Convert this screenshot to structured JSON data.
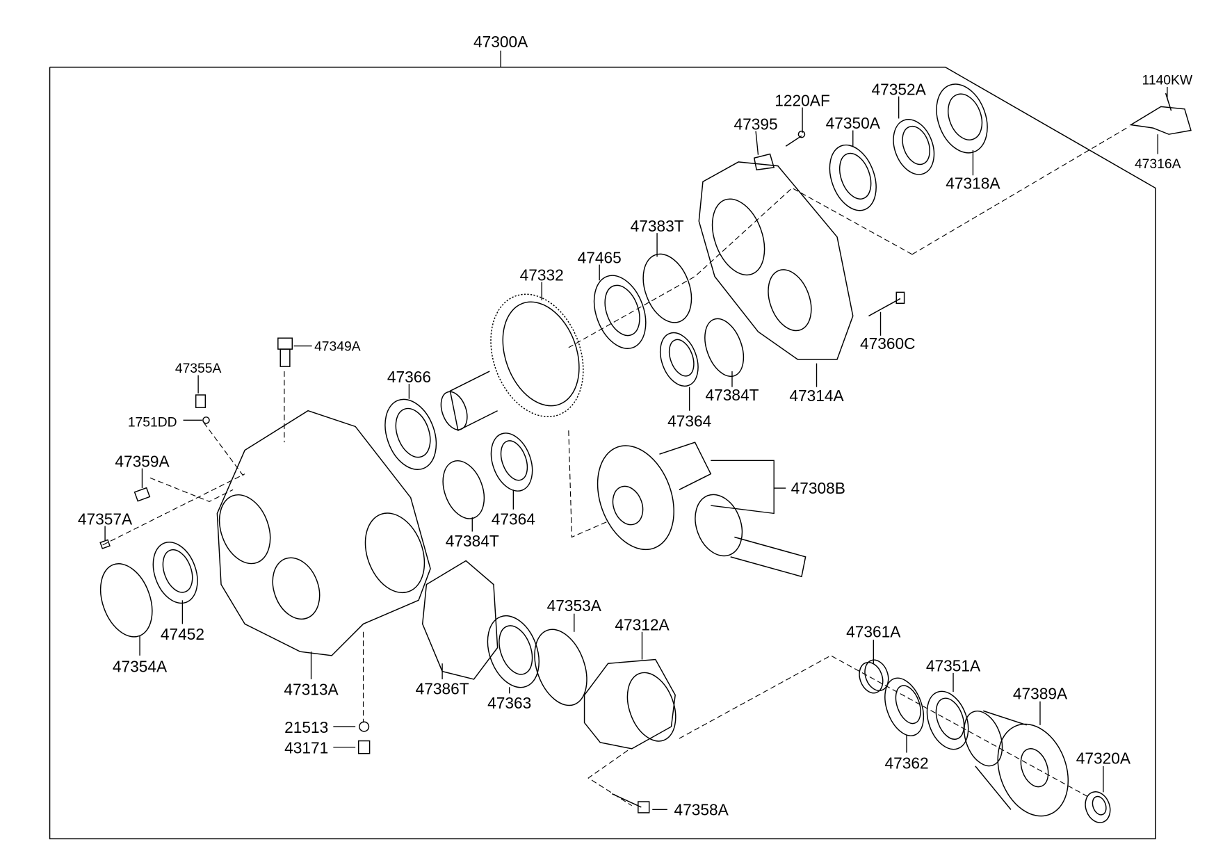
{
  "diagram": {
    "assembly_label": "47300A",
    "labels": {
      "p1140KW": "1140KW",
      "p47316A": "47316A",
      "p1220AF": "1220AF",
      "p47352A": "47352A",
      "p47395": "47395",
      "p47350A": "47350A",
      "p47318A": "47318A",
      "p47383T": "47383T",
      "p47465": "47465",
      "p47332": "47332",
      "p47349A": "47349A",
      "p47360C": "47360C",
      "p47355A": "47355A",
      "p47366": "47366",
      "p47384T_a": "47384T",
      "p47314A": "47314A",
      "p1751DD": "1751DD",
      "p47364_a": "47364",
      "p47359A": "47359A",
      "p47308B": "47308B",
      "p47357A": "47357A",
      "p47364_b": "47364",
      "p47384T_b": "47384T",
      "p47353A": "47353A",
      "p47312A": "47312A",
      "p47452": "47452",
      "p47361A": "47361A",
      "p47351A": "47351A",
      "p47354A": "47354A",
      "p47313A": "47313A",
      "p47386T": "47386T",
      "p47363": "47363",
      "p47389A": "47389A",
      "p47362": "47362",
      "p21513": "21513",
      "p43171": "43171",
      "p47320A": "47320A",
      "p47358A": "47358A"
    }
  }
}
